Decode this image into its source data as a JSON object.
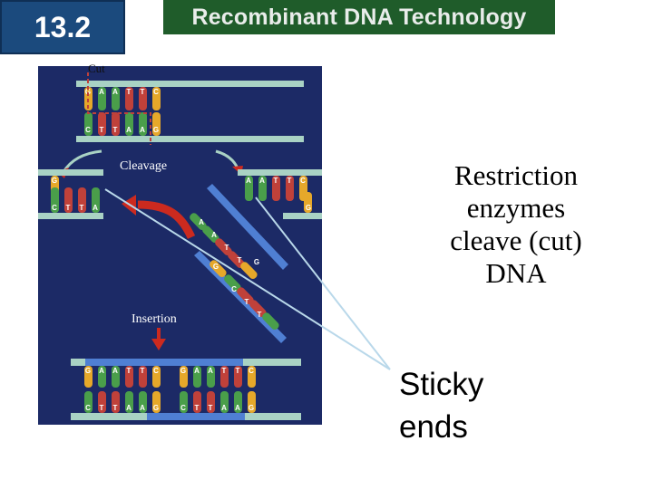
{
  "header": {
    "section_number": "13.2",
    "title": "Recombinant DNA Technology"
  },
  "diagram": {
    "step_labels": {
      "cut": "Cut",
      "cleavage": "Cleavage",
      "insertion": "Insertion"
    },
    "bases": {
      "top_strand": [
        "G",
        "A",
        "A",
        "T",
        "T",
        "C"
      ],
      "bottom_strand": [
        "C",
        "T",
        "T",
        "A",
        "A",
        "G"
      ]
    },
    "colors": {
      "panel_background": "#1c2a66",
      "backbone": "#a9d2c4",
      "backbone_inserted": "#4f7fd3",
      "base_yellow": "#e6a82a",
      "base_green": "#4a9e4a",
      "base_red": "#c0413a",
      "arrow_red": "#cc2a1f",
      "cut_line": "#c0413a",
      "pointer_line": "#b9d8ea"
    }
  },
  "caption": {
    "lines": [
      "Restriction",
      "enzymes",
      "cleave (cut)",
      "DNA"
    ]
  },
  "callout": {
    "lines": [
      "Sticky",
      "ends"
    ]
  }
}
